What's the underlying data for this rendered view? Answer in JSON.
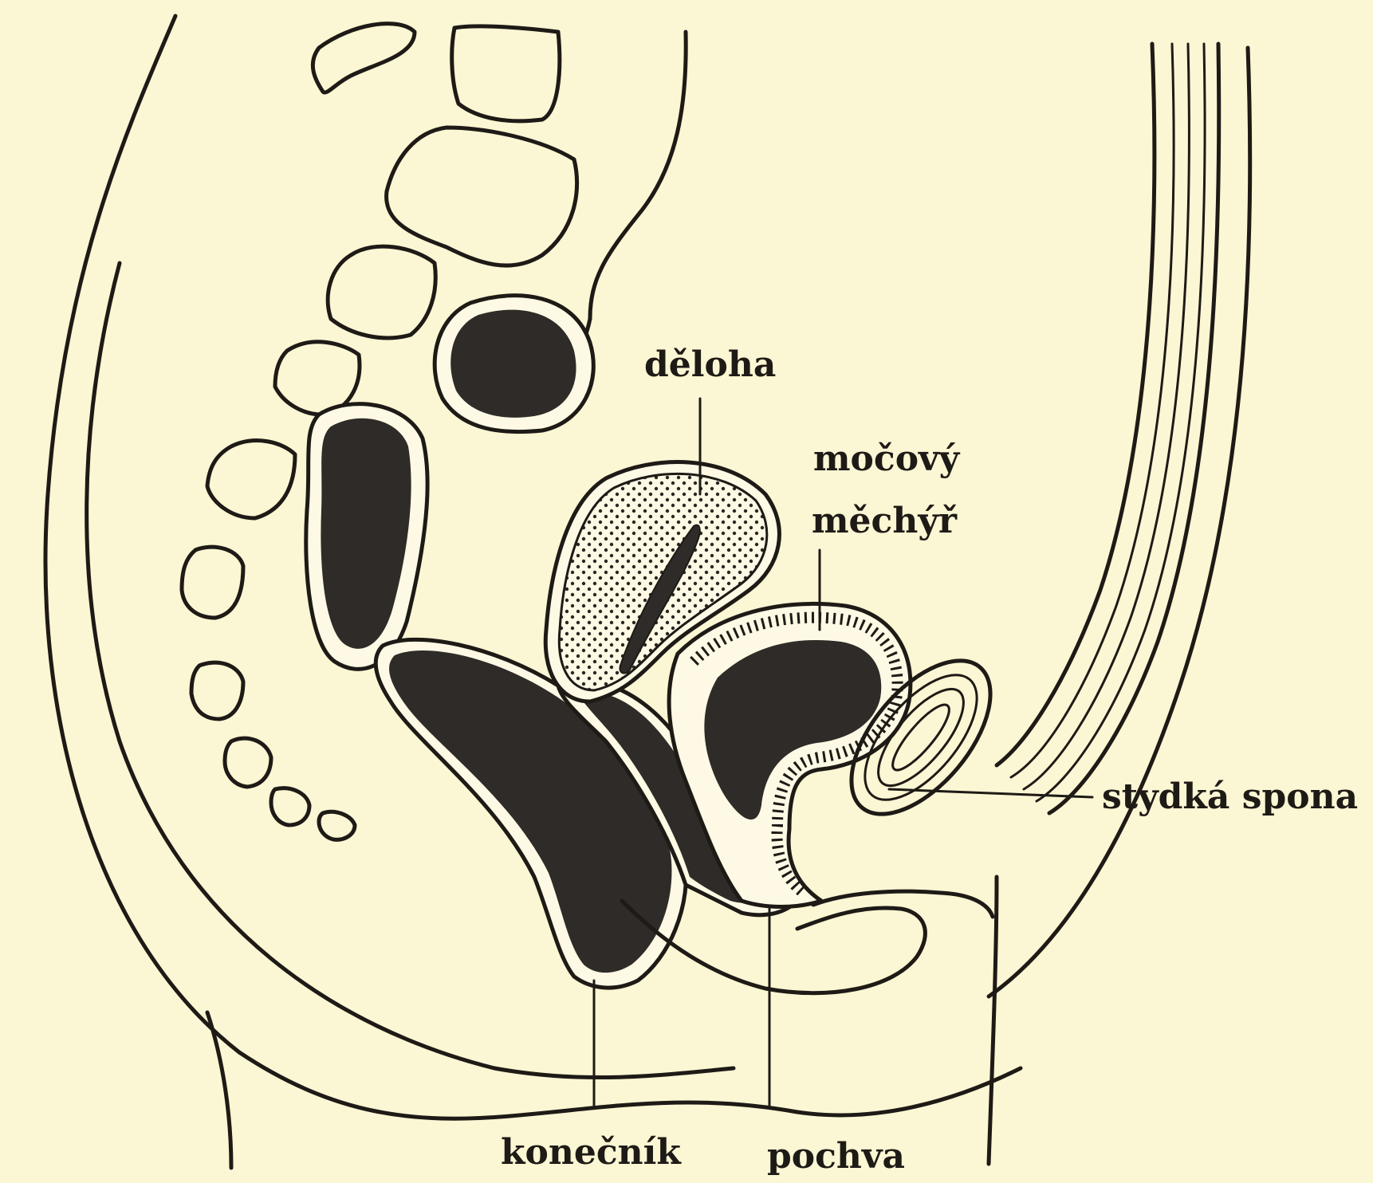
{
  "labels": {
    "uterus": "děloha",
    "bladder_line1": "močový",
    "bladder_line2": "měchýř",
    "pubic_symphysis": "stydká spona",
    "rectum": "konečník",
    "vagina": "pochva"
  },
  "colors": {
    "background": "#fbf6d3",
    "ink": "#1e1a16",
    "dark_fill": "#2e2b28"
  }
}
